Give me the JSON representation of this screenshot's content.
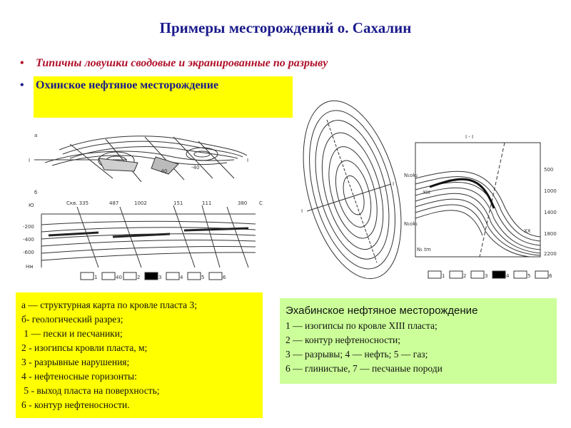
{
  "slide": {
    "title": "Примеры месторождений о. Сахалин",
    "bullets": [
      "Типичны ловушки сводовые и экранированные по разрыву",
      "Охинское нефтяное месторождение"
    ],
    "bullet_symbol": "•"
  },
  "okha_diagram": {
    "panel_a_label": "а",
    "panel_b_label": "б",
    "well_labels": [
      "Скв. 335",
      "487",
      "1002",
      "151",
      "111",
      "380"
    ],
    "depth_labels": [
      "Ю",
      "-200",
      "-400",
      "-600",
      "Нм"
    ],
    "direction_label": "С",
    "map_marks": [
      "I",
      "I",
      "-40",
      "-40"
    ],
    "legend_numbers": [
      "1",
      "40",
      "2",
      "3",
      "4",
      "5",
      "6"
    ]
  },
  "ekhabi_diagram": {
    "section_label": "I - I",
    "section_marks": [
      "N₁ok₂",
      "N₁ok₁",
      "N₁ tm",
      "XIII",
      "XX"
    ],
    "depth_ticks": [
      "500",
      "1000",
      "1400",
      "1800",
      "2200"
    ],
    "map_marks": [
      "I",
      "I"
    ],
    "legend_numbers": [
      "1",
      "2",
      "3",
      "4",
      "5",
      "6"
    ]
  },
  "okha_legend": {
    "lines": [
      "а — структурная карта по кровле пласта 3;",
      "б- геологический разрез;",
      " 1 — пески и песчаники;",
      "2 - изогипсы кровли пласта, м;",
      "3 - разрывные нарушения;",
      "4 - нефтеносные горизонты:",
      " 5 - выход пласта на поверхность;",
      "6 - контур нефтеносности."
    ]
  },
  "ekhabi_legend": {
    "heading": "Эхабинское нефтяное месторождение",
    "lines": [
      "1 — изогипсы по кровле XIII пласта;",
      "2 — контур нефтеносности;",
      "3 — разрывы; 4 — нефть; 5 — газ;",
      "6 — глинистые, 7 — песчаные породи"
    ]
  },
  "colors": {
    "title": "#1a1a8c",
    "bullet1": "#b0102a",
    "highlight_yellow": "#ffff00",
    "highlight_green": "#ccff99",
    "drawing": "#333333"
  }
}
